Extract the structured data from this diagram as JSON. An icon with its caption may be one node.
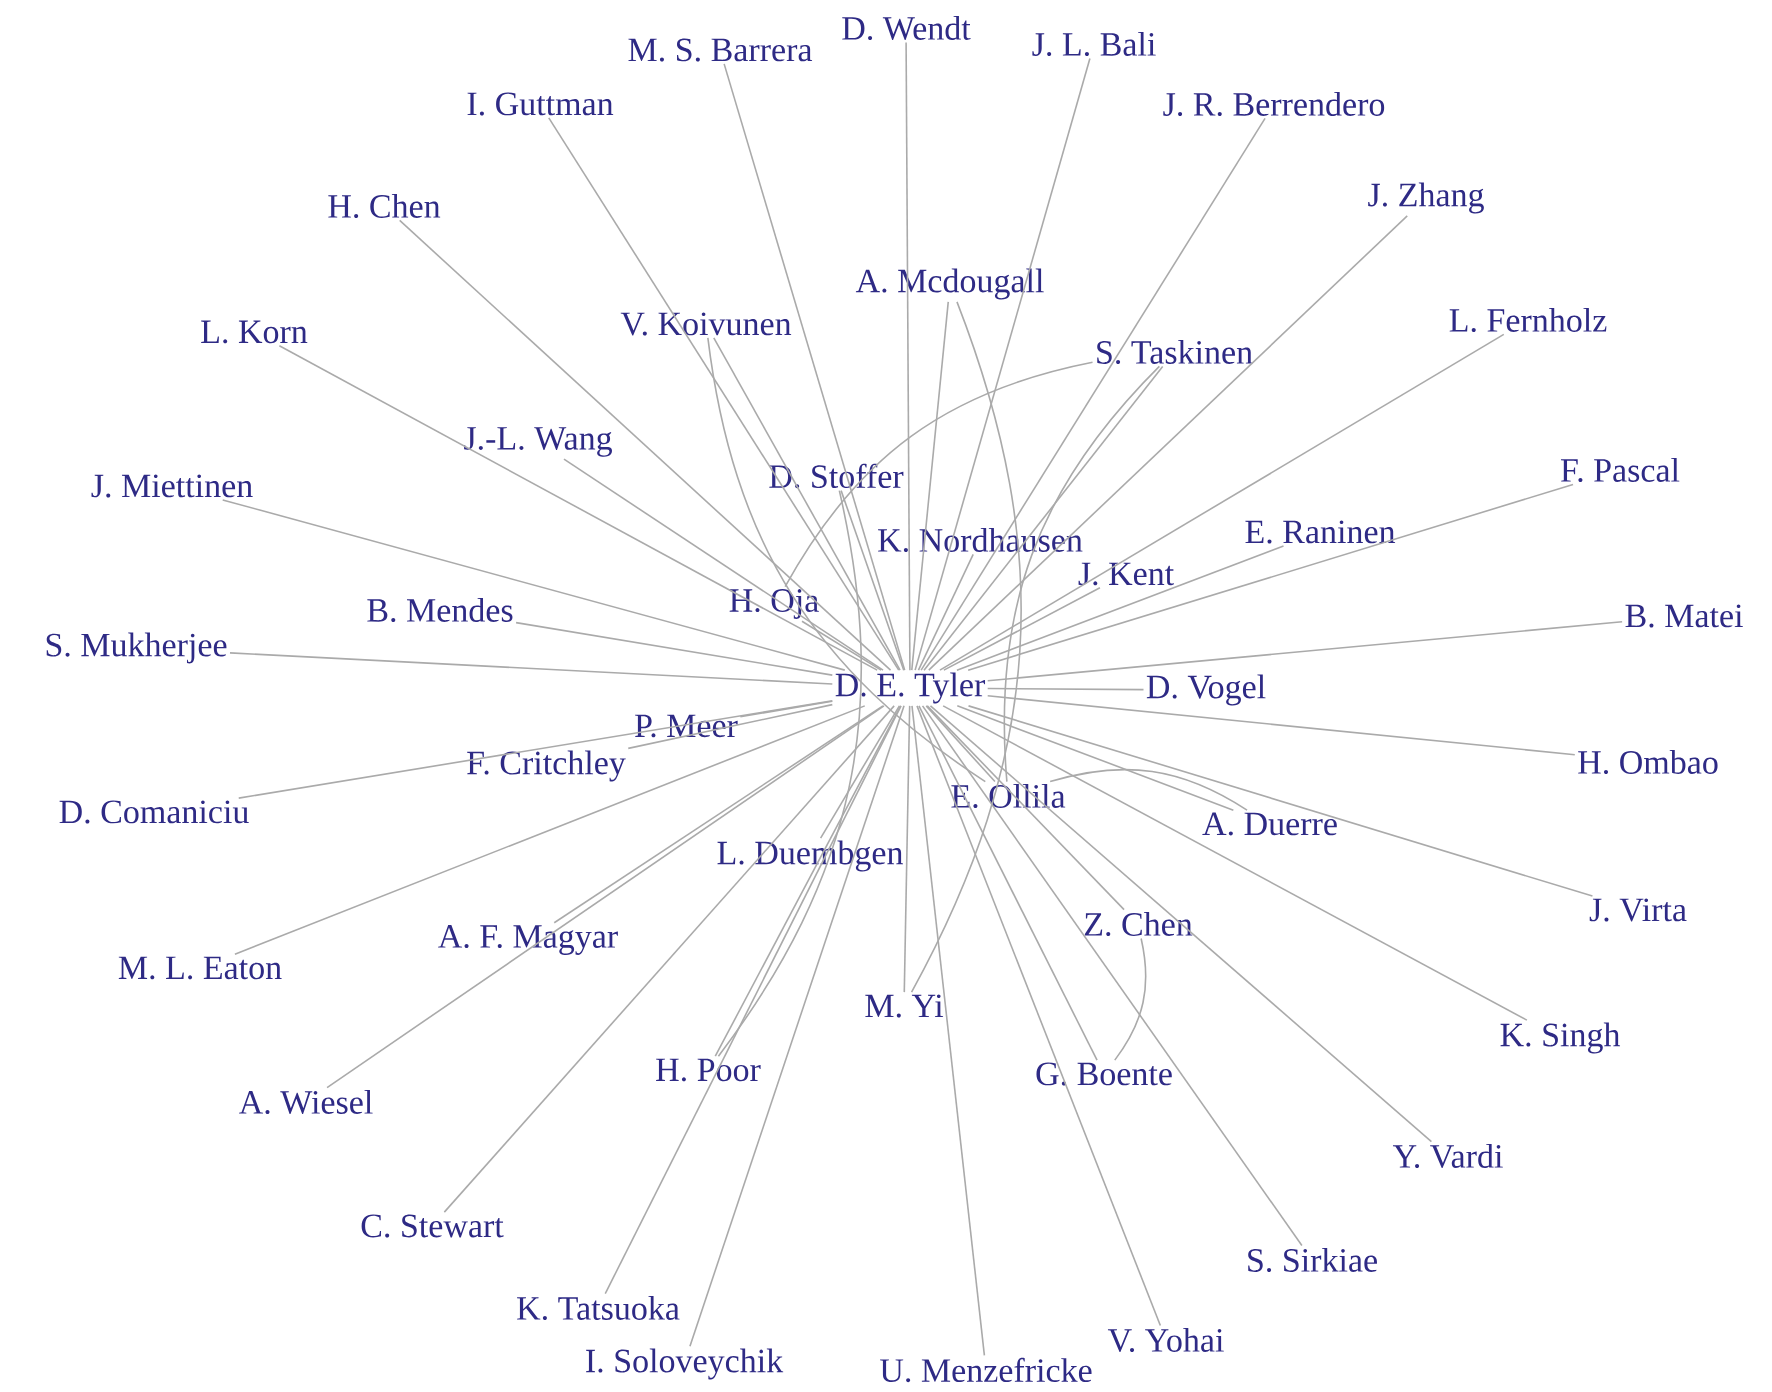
{
  "diagram": {
    "nodes": [
      {
        "text": [
          "D. E. Tyler"
        ]
      },
      {
        "text": [
          "D. Wendt"
        ]
      },
      {
        "text": [
          "J. L. Bali"
        ]
      },
      {
        "text": [
          "M. S. Barrera"
        ]
      },
      {
        "text": [
          "I. Guttman"
        ]
      },
      {
        "text": [
          "J. R. Berrendero"
        ]
      },
      {
        "text": [
          "J. Zhang"
        ]
      },
      {
        "text": [
          "H. Chen"
        ]
      },
      {
        "text": [
          "A. Mcdougall"
        ]
      },
      {
        "text": [
          "L. Fernholz"
        ]
      },
      {
        "text": [
          "V. Koivunen"
        ]
      },
      {
        "text": [
          "L. Korn"
        ]
      },
      {
        "text": [
          "S. Taskinen"
        ]
      },
      {
        "text": [
          "J.-L. Wang"
        ]
      },
      {
        "text": [
          "F. Pascal"
        ]
      },
      {
        "text": [
          "D. Stoffer"
        ]
      },
      {
        "text": [
          "J. Miettinen"
        ]
      },
      {
        "text": [
          "E. Raninen"
        ]
      },
      {
        "text": [
          "K. Nordhausen"
        ]
      },
      {
        "text": [
          "J. Kent"
        ]
      },
      {
        "text": [
          "H. Oja"
        ]
      },
      {
        "text": [
          "B. Mendes"
        ]
      },
      {
        "text": [
          "B. Matei"
        ]
      },
      {
        "text": [
          "S. Mukherjee"
        ]
      },
      {
        "text": [
          "D. Vogel"
        ]
      },
      {
        "text": [
          "P. Meer"
        ]
      },
      {
        "text": [
          "H. Ombao"
        ]
      },
      {
        "text": [
          "F. Critchley"
        ]
      },
      {
        "text": [
          "E. Ollila"
        ]
      },
      {
        "text": [
          "D. Comaniciu"
        ]
      },
      {
        "text": [
          "A. Duerre"
        ]
      },
      {
        "text": [
          "L. Duembgen"
        ]
      },
      {
        "text": [
          "J. Virta"
        ]
      },
      {
        "text": [
          "Z. Chen"
        ]
      },
      {
        "text": [
          "A. F. Magyar"
        ]
      },
      {
        "text": [
          "M. L. Eaton"
        ]
      },
      {
        "text": [
          "M. Yi"
        ]
      },
      {
        "text": [
          "K. Singh"
        ]
      },
      {
        "text": [
          "H. Poor"
        ]
      },
      {
        "text": [
          "G. Boente"
        ]
      },
      {
        "text": [
          "A. Wiesel"
        ]
      },
      {
        "text": [
          "Y. Vardi"
        ]
      },
      {
        "text": [
          "C. Stewart"
        ]
      },
      {
        "text": [
          "S. Sirkiae"
        ]
      },
      {
        "text": [
          "K. Tatsuoka"
        ]
      },
      {
        "text": [
          "V. Yohai"
        ]
      },
      {
        "text": [
          "I. Soloveychik"
        ]
      },
      {
        "text": [
          "U. Menzefricke"
        ]
      }
    ],
    "edges": [
      {
        "from": 0,
        "to": 1,
        "arrow": "none"
      },
      {
        "from": 0,
        "to": 2,
        "arrow": "none"
      },
      {
        "from": 0,
        "to": 3,
        "arrow": "none"
      },
      {
        "from": 0,
        "to": 4,
        "arrow": "none"
      },
      {
        "from": 0,
        "to": 5,
        "arrow": "none"
      },
      {
        "from": 0,
        "to": 6,
        "arrow": "none"
      },
      {
        "from": 0,
        "to": 7,
        "arrow": "none"
      },
      {
        "from": 0,
        "to": 8,
        "arrow": "none"
      },
      {
        "from": 0,
        "to": 9,
        "arrow": "none"
      },
      {
        "from": 0,
        "to": 10,
        "arrow": "none"
      },
      {
        "from": 0,
        "to": 11,
        "arrow": "none"
      },
      {
        "from": 0,
        "to": 12,
        "arrow": "none"
      },
      {
        "from": 0,
        "to": 13,
        "arrow": "none"
      },
      {
        "from": 0,
        "to": 14,
        "arrow": "none"
      },
      {
        "from": 0,
        "to": 15,
        "arrow": "none"
      },
      {
        "from": 0,
        "to": 16,
        "arrow": "none"
      },
      {
        "from": 0,
        "to": 17,
        "arrow": "none"
      },
      {
        "from": 0,
        "to": 18,
        "arrow": "none"
      },
      {
        "from": 0,
        "to": 19,
        "arrow": "none"
      },
      {
        "from": 0,
        "to": 20,
        "arrow": "none"
      },
      {
        "from": 0,
        "to": 21,
        "arrow": "none"
      },
      {
        "from": 0,
        "to": 22,
        "arrow": "none"
      },
      {
        "from": 0,
        "to": 23,
        "arrow": "none"
      },
      {
        "from": 0,
        "to": 24,
        "arrow": "none"
      },
      {
        "from": 0,
        "to": 25,
        "arrow": "none"
      },
      {
        "from": 0,
        "to": 26,
        "arrow": "none"
      },
      {
        "from": 0,
        "to": 27,
        "arrow": "none"
      },
      {
        "from": 0,
        "to": 28,
        "arrow": "none"
      },
      {
        "from": 0,
        "to": 29,
        "arrow": "none"
      },
      {
        "from": 0,
        "to": 30,
        "arrow": "none"
      },
      {
        "from": 0,
        "to": 31,
        "arrow": "none"
      },
      {
        "from": 0,
        "to": 32,
        "arrow": "none"
      },
      {
        "from": 0,
        "to": 33,
        "arrow": "none"
      },
      {
        "from": 0,
        "to": 34,
        "arrow": "none"
      },
      {
        "from": 0,
        "to": 35,
        "arrow": "none"
      },
      {
        "from": 0,
        "to": 36,
        "arrow": "none"
      },
      {
        "from": 0,
        "to": 37,
        "arrow": "none"
      },
      {
        "from": 0,
        "to": 38,
        "arrow": "none"
      },
      {
        "from": 0,
        "to": 39,
        "arrow": "none"
      },
      {
        "from": 0,
        "to": 40,
        "arrow": "none"
      },
      {
        "from": 0,
        "to": 41,
        "arrow": "none"
      },
      {
        "from": 0,
        "to": 42,
        "arrow": "none"
      },
      {
        "from": 0,
        "to": 43,
        "arrow": "none"
      },
      {
        "from": 0,
        "to": 44,
        "arrow": "none"
      },
      {
        "from": 0,
        "to": 45,
        "arrow": "none"
      },
      {
        "from": 0,
        "to": 46,
        "arrow": "none"
      },
      {
        "from": 0,
        "to": 47,
        "arrow": "none"
      },
      {
        "from": 28,
        "to": 10,
        "arrow": "none"
      },
      {
        "from": 20,
        "to": 12,
        "arrow": "none"
      },
      {
        "from": 28,
        "to": 12,
        "arrow": "none"
      },
      {
        "from": 8,
        "to": 36,
        "arrow": "none"
      },
      {
        "from": 28,
        "to": 30,
        "arrow": "none"
      },
      {
        "from": 15,
        "to": 38,
        "arrow": "none"
      },
      {
        "from": 33,
        "to": 39,
        "arrow": "none"
      }
    ]
  }
}
